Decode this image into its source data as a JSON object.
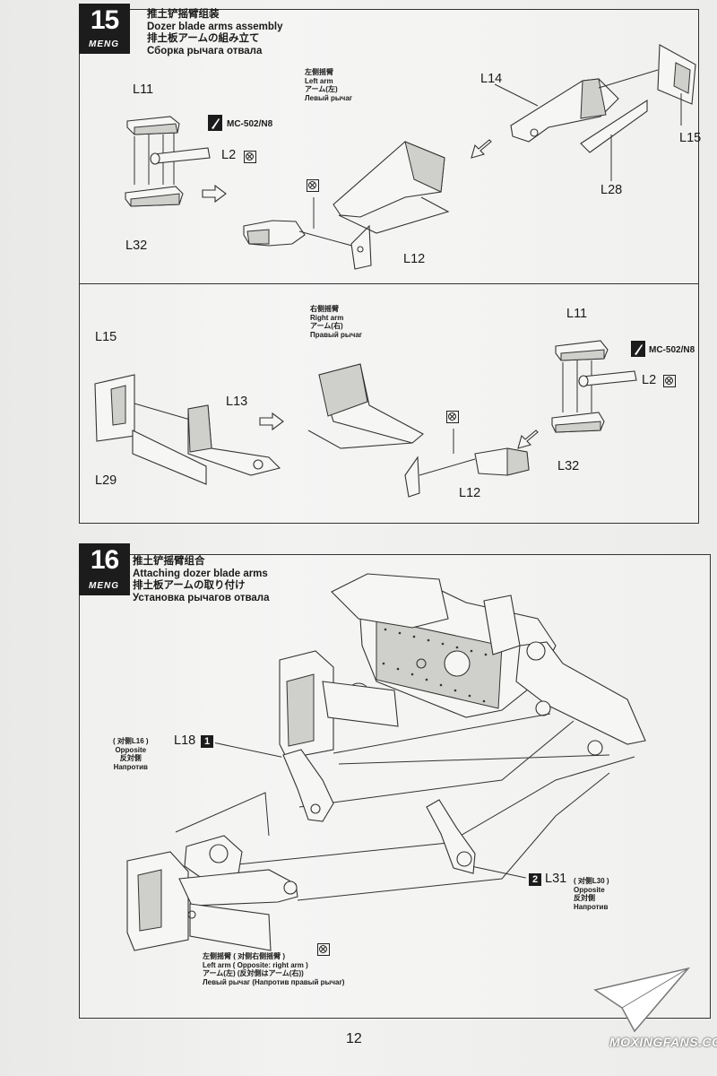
{
  "step15": {
    "number": "15",
    "brand": "MENG",
    "title_cn": "推土铲摇臂组装",
    "title_en": "Dozer blade arms assembly",
    "title_jp": "排土板アームの組み立て",
    "title_ru": "Сборка рычага отвала",
    "left_arm": {
      "cn": "左侧摇臂",
      "en": "Left arm",
      "jp": "アーム(左)",
      "ru": "Левый рычаг"
    },
    "right_arm": {
      "cn": "右侧摇臂",
      "en": "Right arm",
      "jp": "アーム(右)",
      "ru": "Правый рычаг"
    },
    "paint": "MC-502/N8",
    "parts_top": [
      "L11",
      "L2",
      "L32",
      "L14",
      "L15",
      "L28",
      "L12"
    ],
    "parts_bottom": [
      "L15",
      "L13",
      "L29",
      "L12",
      "L11",
      "L2",
      "L32"
    ]
  },
  "step16": {
    "number": "16",
    "brand": "MENG",
    "title_cn": "推土铲摇臂组合",
    "title_en": "Attaching dozer blade arms",
    "title_jp": "排土板アームの取り付け",
    "title_ru": "Установка рычагов отвала",
    "part_l18": "L18",
    "qty_l18": "1",
    "opp_l18": {
      "prefix": "( 对侧L16 )",
      "en": "Opposite",
      "jp": "反対側",
      "ru": "Напротив"
    },
    "part_l31": "L31",
    "qty_l31": "2",
    "opp_l31": {
      "prefix": "( 对侧L30 )",
      "en": "Opposite",
      "jp": "反対側",
      "ru": "Напротив"
    },
    "bottom_note": {
      "cn": "左侧摇臂 ( 对侧右侧摇臂 )",
      "en": "Left arm ( Opposite: right arm )",
      "jp": "アーム(左) (反対側はアーム(右))",
      "ru": "Левый рычаг (Напротив правый рычаг)"
    }
  },
  "page_number": "12",
  "watermark": "MOXINGFANS.COM",
  "icons": [
    "no-glue-icon",
    "paint-brush-icon",
    "arrow-icon"
  ]
}
